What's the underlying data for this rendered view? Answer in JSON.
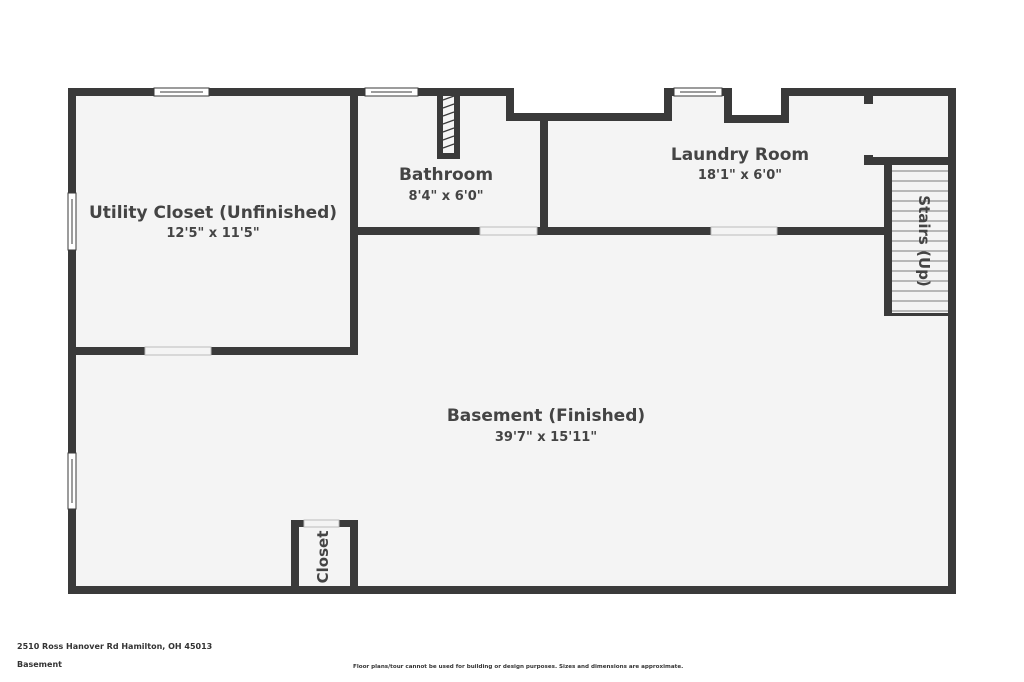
{
  "colors": {
    "wall": "#3a3a3a",
    "floor": "#f4f4f4",
    "text": "#444444",
    "opening": "#ffffff"
  },
  "rooms": {
    "utility_closet": {
      "name": "Utility Closet (Unfinished)",
      "dimensions": "12'5\" x 11'5\""
    },
    "bathroom": {
      "name": "Bathroom",
      "dimensions": "8'4\" x 6'0\""
    },
    "laundry_room": {
      "name": "Laundry Room",
      "dimensions": "18'1\" x 6'0\""
    },
    "stairs": {
      "name": "Stairs (Up)"
    },
    "basement": {
      "name": "Basement (Finished)",
      "dimensions": "39'7\" x 15'11\""
    },
    "closet": {
      "name": "Closet"
    }
  },
  "footer": {
    "address": "2510 Ross Hanover Rd Hamilton, OH 45013",
    "level": "Basement",
    "disclaimer": "Floor plans/tour cannot be used for building or design purposes. Sizes and dimensions are approximate."
  }
}
